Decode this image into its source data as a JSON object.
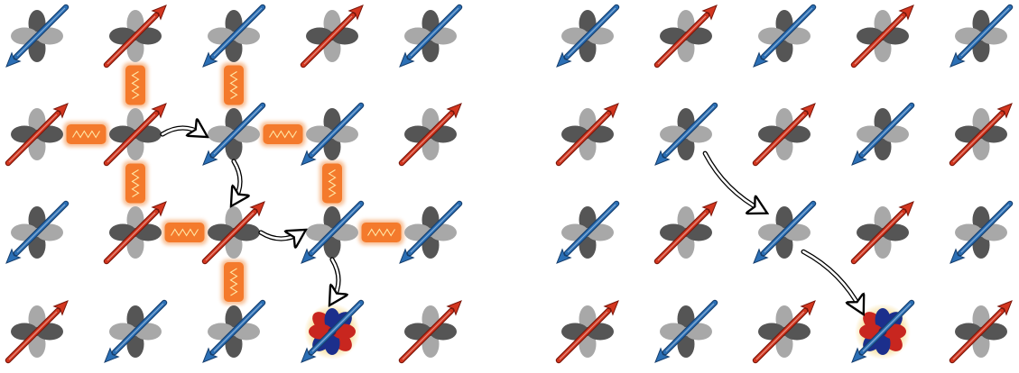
{
  "panels": [
    {
      "id": "left",
      "lattice": [
        [
          "down",
          "up",
          "down",
          "up",
          "down"
        ],
        [
          "up",
          "up",
          "down",
          "down",
          "up"
        ],
        [
          "down",
          "up",
          "up",
          "down",
          "down"
        ],
        [
          "up",
          "down",
          "down",
          "down",
          "up"
        ]
      ],
      "hole": [
        3,
        3
      ],
      "magnons": [
        {
          "from": [
            0,
            1
          ],
          "to": [
            1,
            1
          ]
        },
        {
          "from": [
            0,
            2
          ],
          "to": [
            1,
            2
          ]
        },
        {
          "from": [
            1,
            0
          ],
          "to": [
            1,
            1
          ]
        },
        {
          "from": [
            1,
            2
          ],
          "to": [
            1,
            3
          ]
        },
        {
          "from": [
            1,
            1
          ],
          "to": [
            2,
            1
          ]
        },
        {
          "from": [
            1,
            3
          ],
          "to": [
            2,
            3
          ]
        },
        {
          "from": [
            2,
            1
          ],
          "to": [
            2,
            2
          ]
        },
        {
          "from": [
            2,
            3
          ],
          "to": [
            2,
            4
          ]
        },
        {
          "from": [
            2,
            2
          ],
          "to": [
            3,
            2
          ]
        }
      ],
      "hops": [
        {
          "from": [
            1,
            1
          ],
          "to": [
            1,
            2
          ],
          "bend": "up"
        },
        {
          "from": [
            1,
            2
          ],
          "to": [
            2,
            2
          ],
          "bend": "right"
        },
        {
          "from": [
            2,
            2
          ],
          "to": [
            2,
            3
          ],
          "bend": "down"
        },
        {
          "from": [
            2,
            3
          ],
          "to": [
            3,
            3
          ],
          "bend": "right"
        }
      ]
    },
    {
      "id": "right",
      "lattice": [
        [
          "down",
          "up",
          "down",
          "up",
          "down"
        ],
        [
          "up",
          "down",
          "up",
          "down",
          "up"
        ],
        [
          "down",
          "up",
          "down",
          "up",
          "down"
        ],
        [
          "up",
          "down",
          "up",
          "down",
          "up"
        ]
      ],
      "hole": [
        3,
        3
      ],
      "magnons": [],
      "hops": [
        {
          "from": [
            1,
            1
          ],
          "to": [
            2,
            2
          ],
          "bend": "left"
        },
        {
          "from": [
            2,
            2
          ],
          "to": [
            3,
            3
          ],
          "bend": "right"
        }
      ]
    }
  ],
  "colors": {
    "spin_up": "#d3361f",
    "spin_down": "#2b6fb5",
    "lobe_dark": "#555555",
    "lobe_light": "#a8a8a8",
    "hole_red": "#c8261f",
    "hole_blue": "#1c2f8c",
    "hole_glow": "#f6d98a",
    "magnon": "#f28a3c"
  },
  "icons": {
    "site": "d-orbital-icon",
    "spin": "spin-arrow-icon",
    "hole": "hole-orbital-icon",
    "magnon": "magnon-spring-icon",
    "hop": "curved-hop-arrow-icon"
  }
}
